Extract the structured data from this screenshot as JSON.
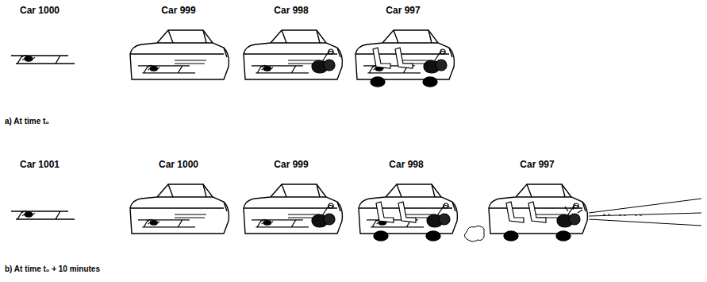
{
  "diagram": {
    "labels": [
      "Car 1000",
      "Car 999",
      "Car 998",
      "Car 997",
      "a) At time t₀",
      "Car 1001",
      "Car 1000",
      "Car 999",
      "Car 998",
      "Car 997",
      "b) At time t₀ + 10 minutes"
    ]
  }
}
